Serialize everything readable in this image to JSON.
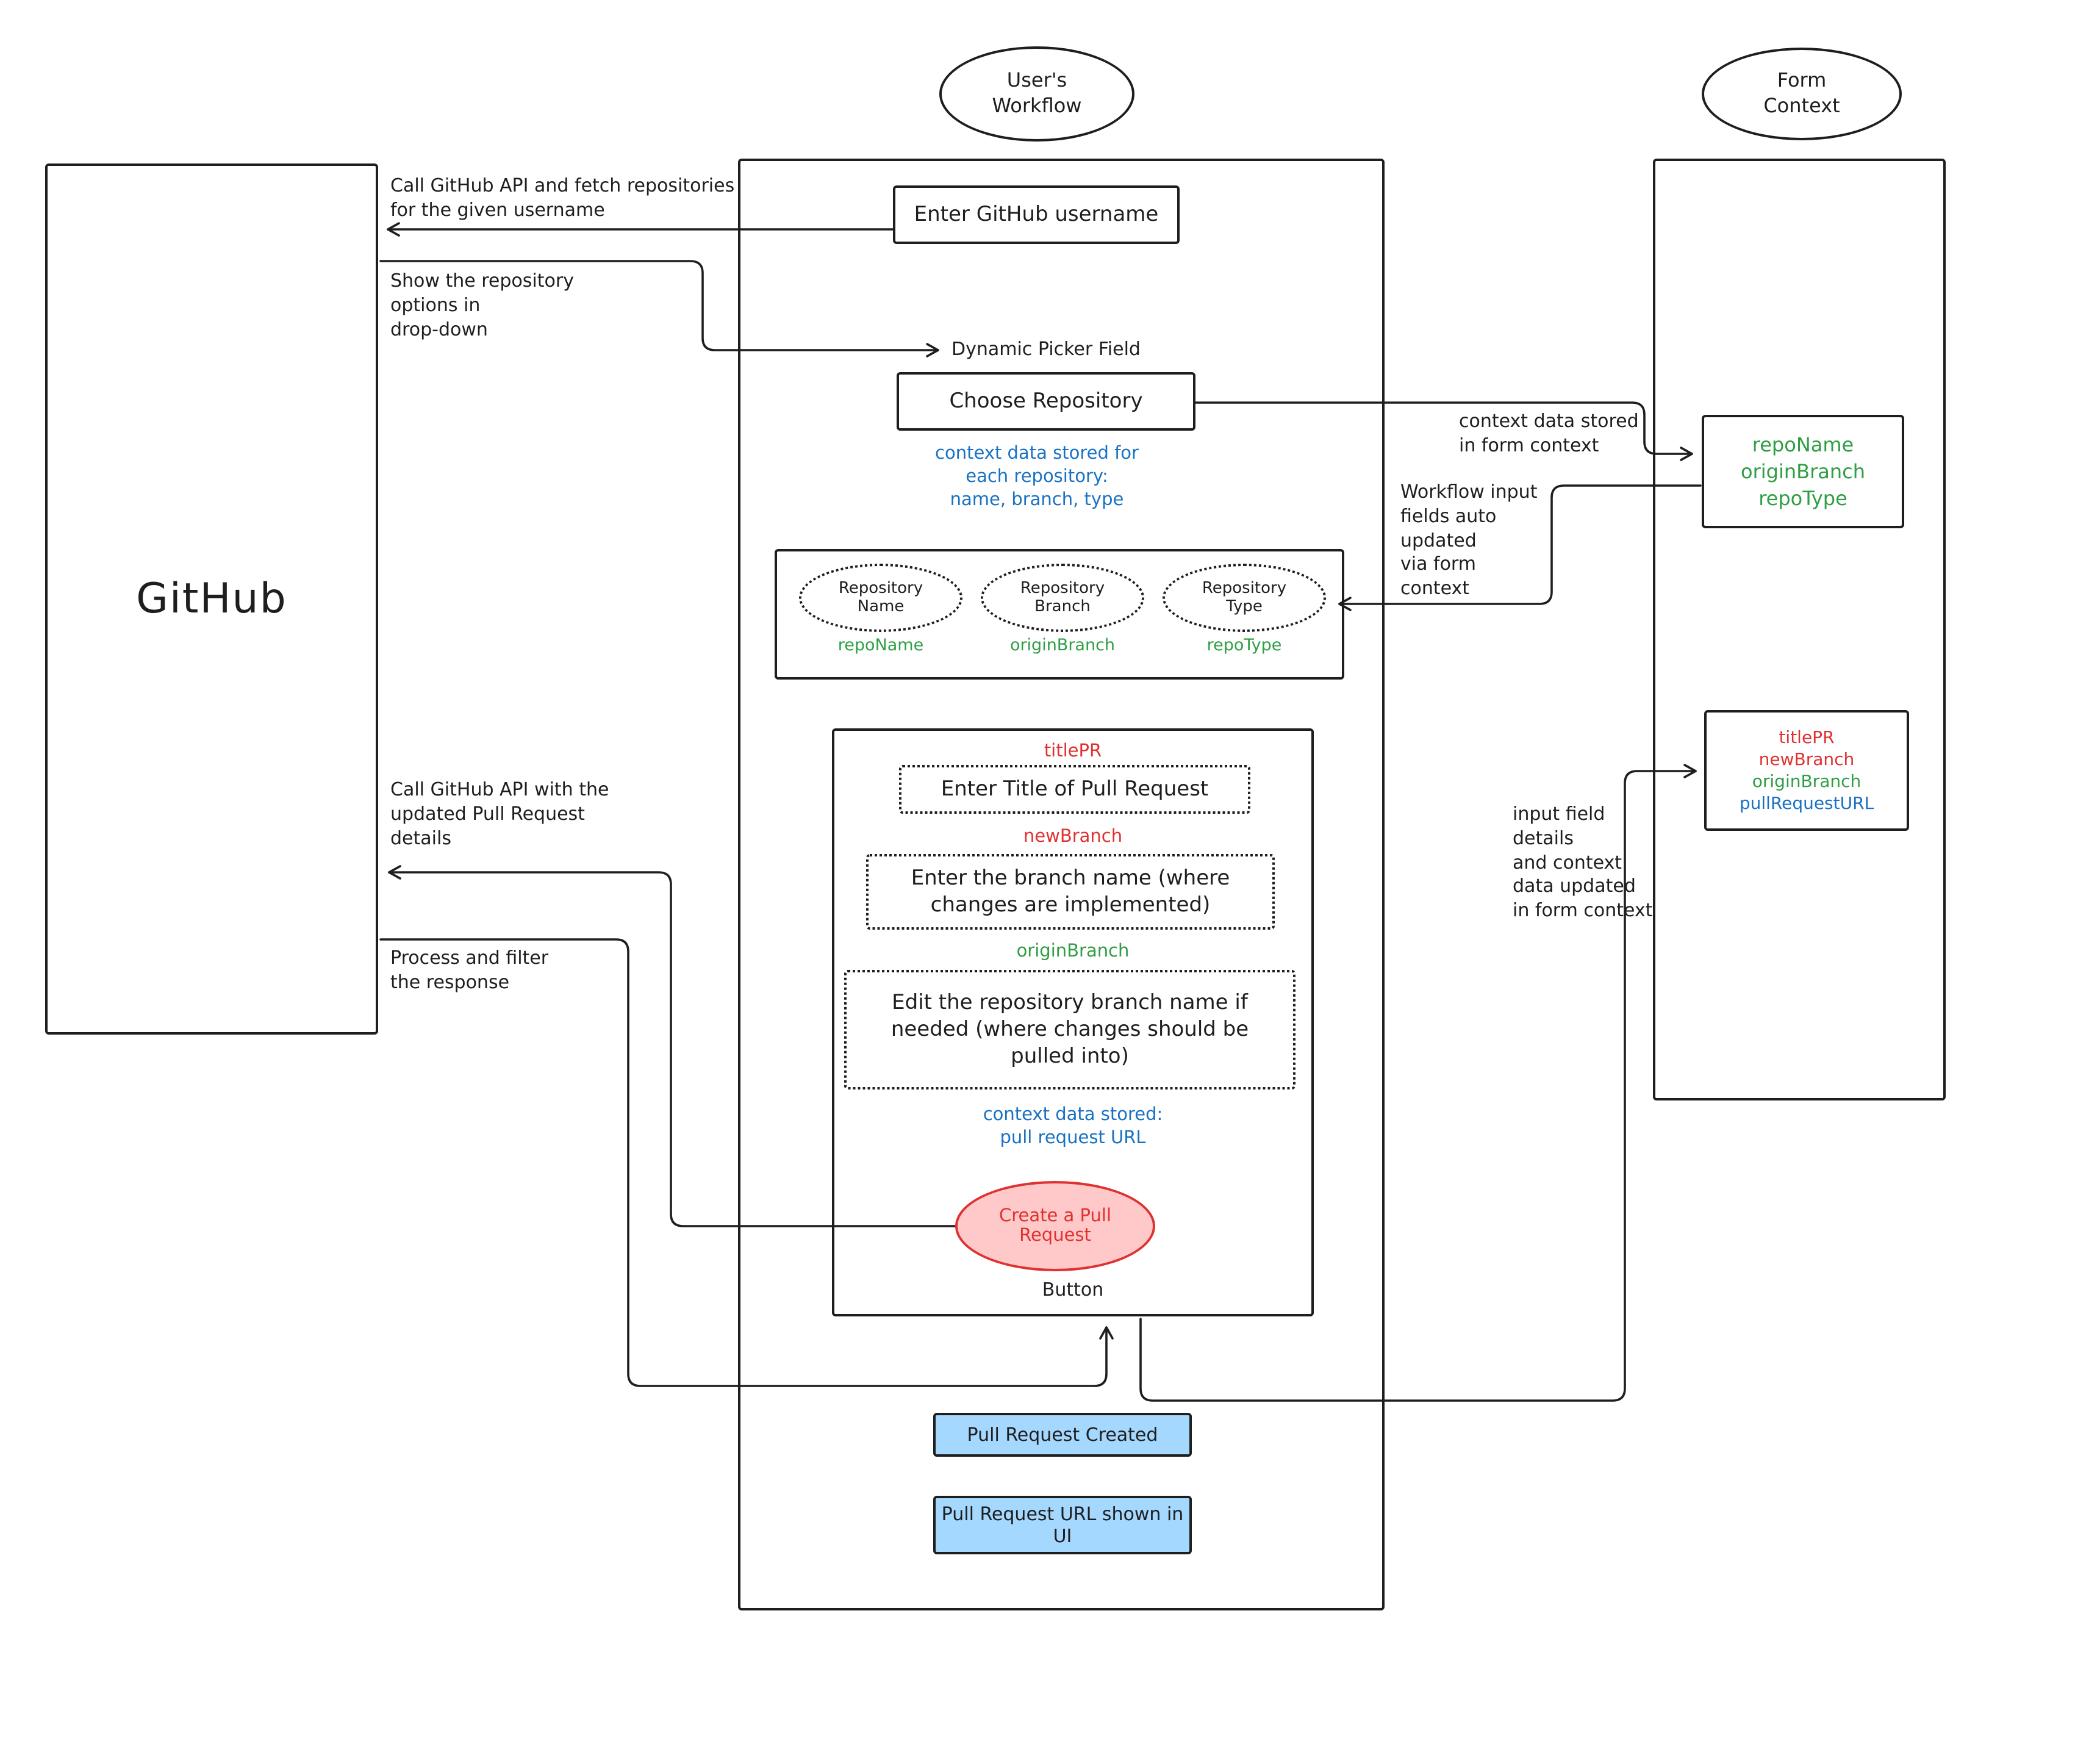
{
  "colors": {
    "ink": "#1e1e1e",
    "green": "#2f9e44",
    "blue": "#1971c2",
    "red": "#e03131",
    "pink-fill": "#ffc9c9",
    "pink-stroke": "#e03131",
    "lightblue-fill": "#a5d8ff"
  },
  "github": {
    "label": "GitHub"
  },
  "workflow": {
    "title": "User's\nWorkflow",
    "enter_username": "Enter GitHub username",
    "dynamic_picker_label": "Dynamic Picker Field",
    "choose_repository": "Choose Repository",
    "repo_context_note": "context data stored for\neach repository:\nname, branch, type",
    "repo_fields": [
      {
        "label": "Repository\nName",
        "key": "repoName"
      },
      {
        "label": "Repository\nBranch",
        "key": "originBranch"
      },
      {
        "label": "Repository\nType",
        "key": "repoType"
      }
    ],
    "pr_form": {
      "title_key": "titlePR",
      "title_field": "Enter Title of Pull Request",
      "new_branch_key": "newBranch",
      "new_branch_field": "Enter the branch name (where changes are implemented)",
      "origin_branch_key": "originBranch",
      "origin_branch_field": "Edit the repository branch name if needed (where changes should be pulled into)",
      "context_note": "context data stored:\npull request URL",
      "create_button": "Create a Pull\nRequest",
      "button_caption": "Button"
    },
    "status": {
      "created": "Pull Request Created",
      "url_shown": "Pull Request URL shown in\nUI"
    }
  },
  "form_context": {
    "title": "Form\nContext",
    "repo_box": [
      "repoName",
      "originBranch",
      "repoType"
    ],
    "pr_box": [
      "titlePR",
      "newBranch",
      "originBranch",
      "pullRequestURL"
    ]
  },
  "annotations": {
    "fetch_repos": "Call GitHub API and fetch repositories\nfor the given username",
    "show_options": "Show the repository\noptions in\ndrop-down",
    "stored_in_form_context": "context data stored\nin form context",
    "workflow_inputs_auto": "Workflow input\nfields auto\nupdated\nvia form\ncontext",
    "call_api_pr": "Call GitHub API with the\nupdated Pull Request\ndetails",
    "process_filter": "Process and filter\nthe response",
    "input_field_details": "input field\ndetails\nand context\ndata updated\nin form context"
  }
}
